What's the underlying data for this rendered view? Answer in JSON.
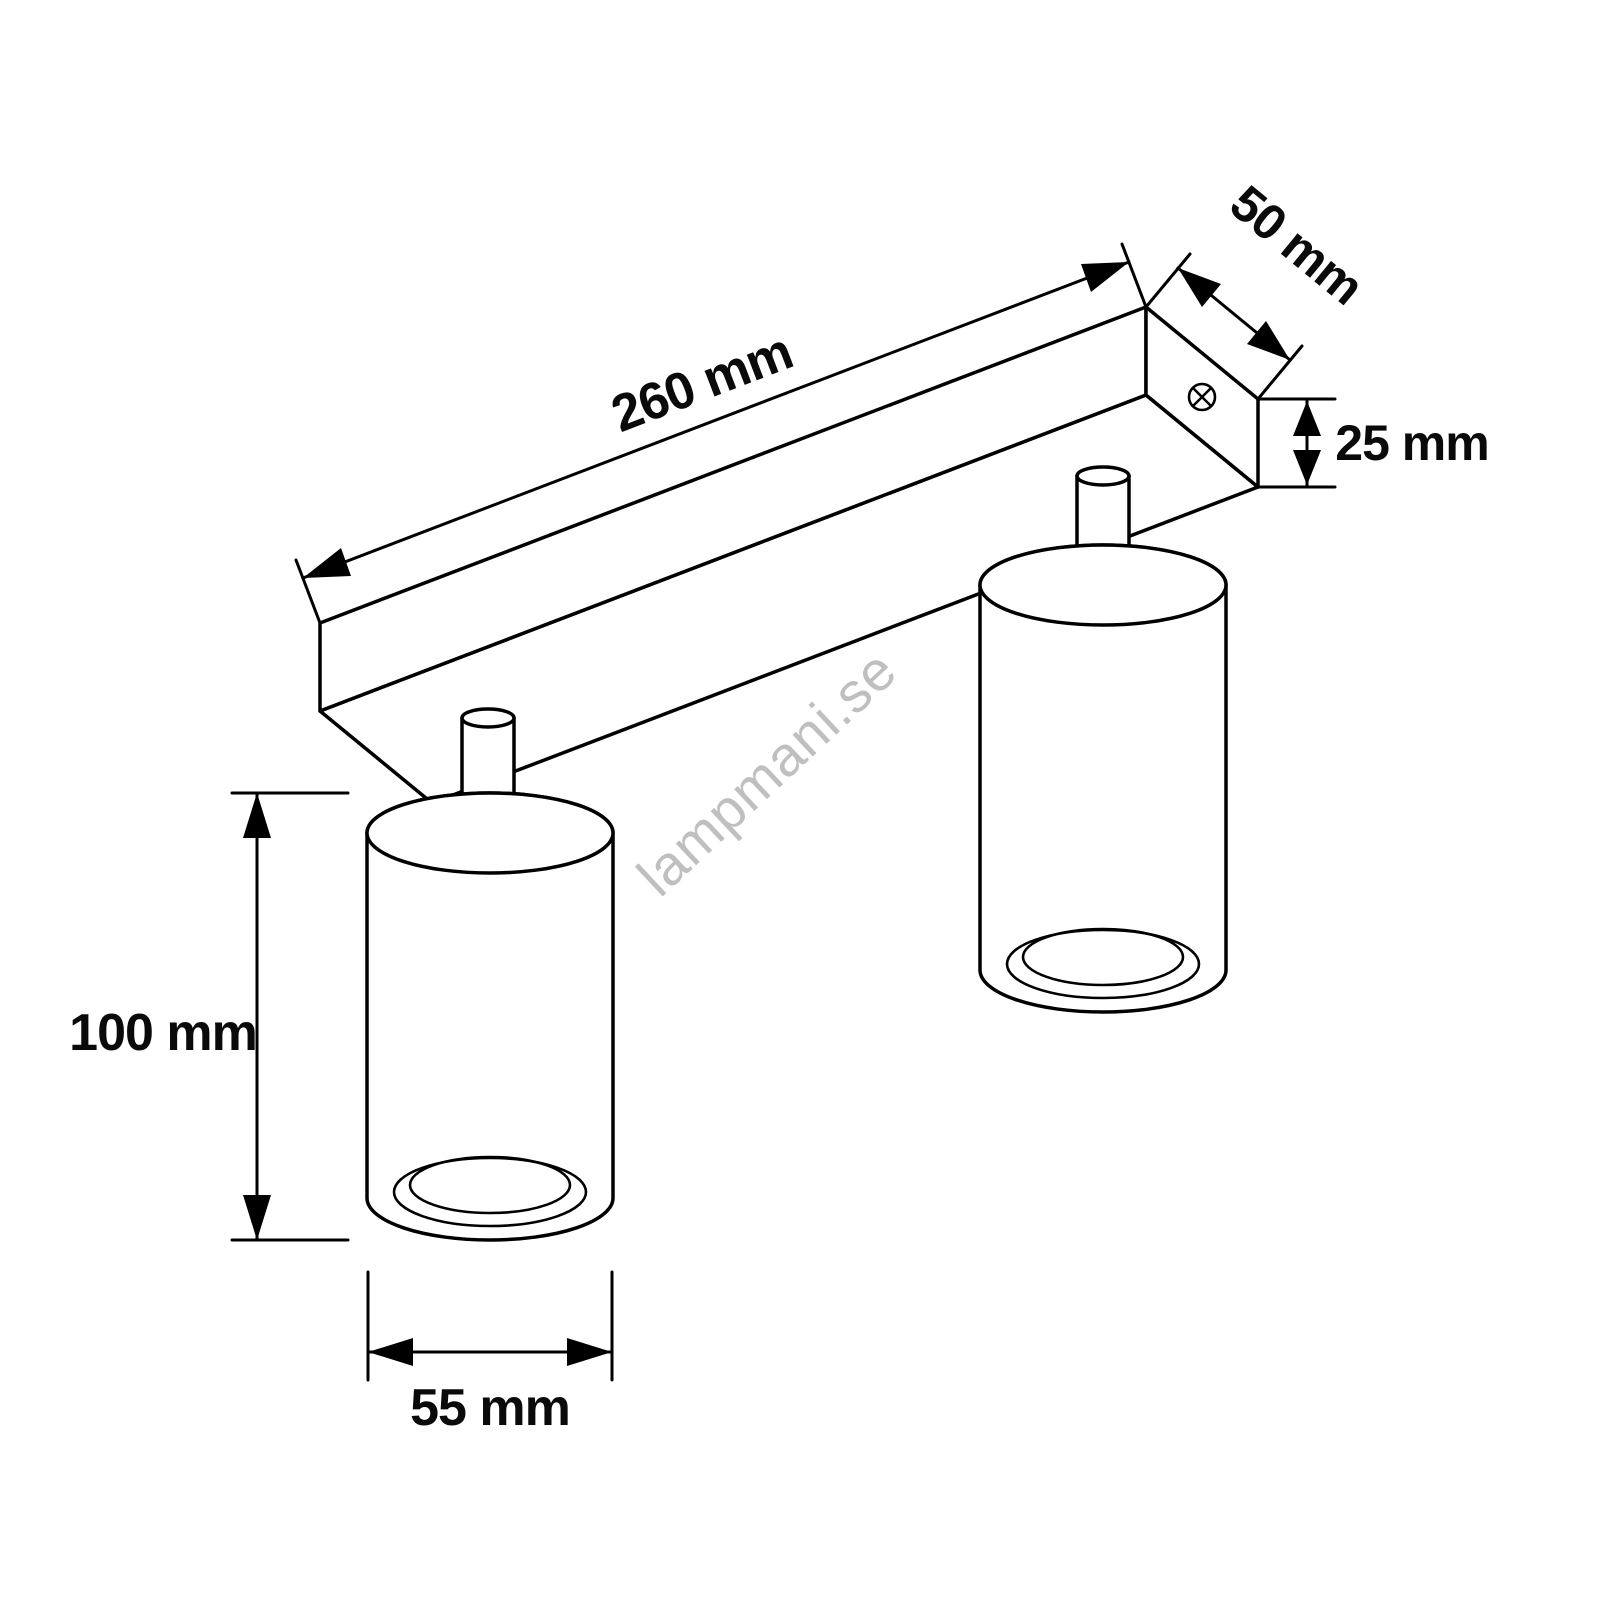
{
  "diagram": {
    "title": "ceiling-spotlight-dimension-drawing",
    "watermark": "lampmani.se",
    "dimensions": {
      "bar_length": "260 mm",
      "bar_depth": "50 mm",
      "bar_height": "25 mm",
      "spot_height": "100 mm",
      "spot_diameter": "55 mm"
    },
    "colors": {
      "line": "#000000",
      "background": "#ffffff",
      "watermark": "#b9b9b9"
    }
  }
}
